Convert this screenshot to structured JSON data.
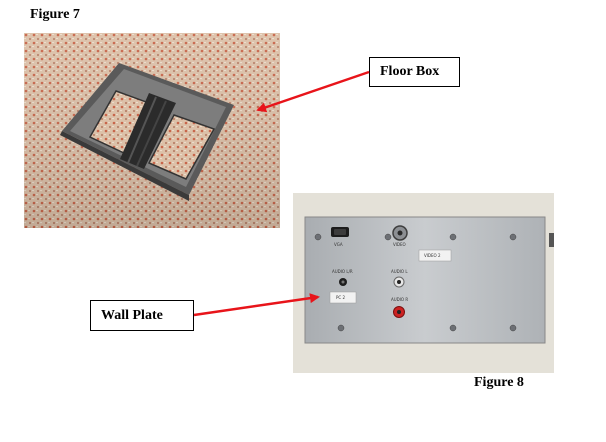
{
  "figure7": {
    "caption": "Figure 7",
    "callout": "Floor Box"
  },
  "figure8": {
    "caption": "Figure 8",
    "callout": "Wall Plate",
    "plate_labels": {
      "vga": "VGA",
      "video": "VIDEO",
      "video2": "VIDEO 2",
      "audio_lr": "AUDIO L/R",
      "audio_l": "AUDIO L",
      "pc2": "PC 2",
      "audio_r": "AUDIO R"
    }
  },
  "colors": {
    "arrow": "#e8141a",
    "carpet": "#d9b9a0",
    "carpet_accent": "#c8654a",
    "plate": "#b9bcbf",
    "wall": "#e4e1d8"
  }
}
